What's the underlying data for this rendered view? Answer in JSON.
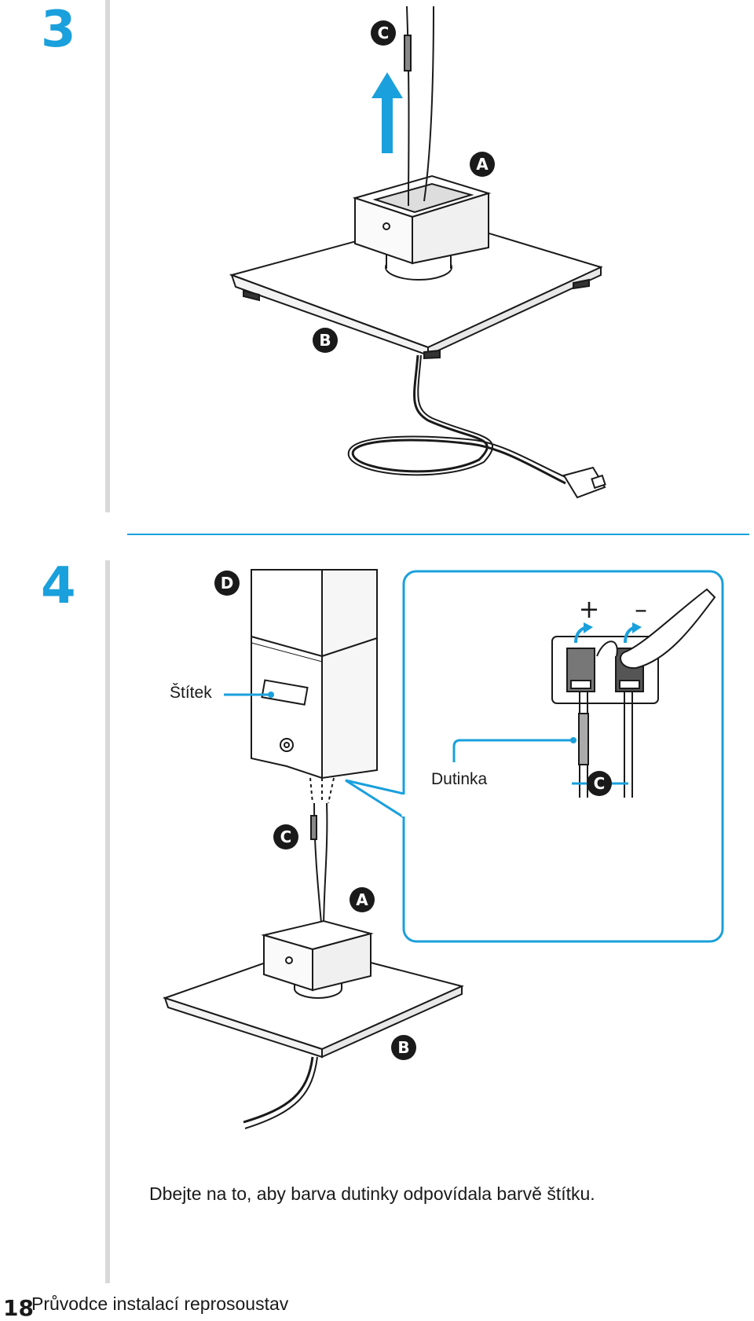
{
  "steps": [
    {
      "number": "3"
    },
    {
      "number": "4"
    }
  ],
  "badges": {
    "a": "A",
    "b": "B",
    "c": "C",
    "d": "D"
  },
  "labels": {
    "stitek": "Štítek",
    "dutinka": "Dutinka",
    "plus": "+",
    "minus": "–"
  },
  "caption": "Dbejte na to, aby barva dutinky odpovídala barvě štítku.",
  "footer": {
    "page_number": "18",
    "title": "Průvodce instalací reprosoustav"
  },
  "colors": {
    "accent": "#1aa0dc",
    "bar": "#d9d9d9",
    "badge": "#1a1a1a"
  }
}
